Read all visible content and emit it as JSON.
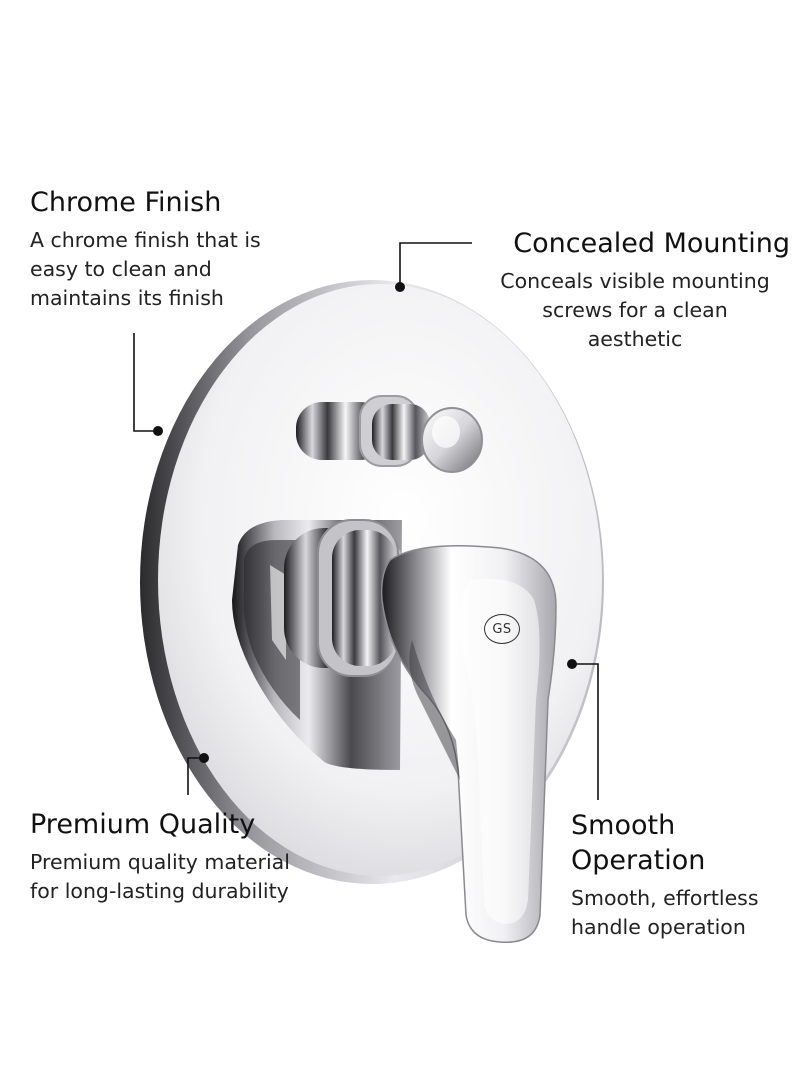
{
  "features": {
    "chrome_finish": {
      "title": "Chrome Finish",
      "description": "A chrome finish that is\neasy to clean and\nmaintains its finish"
    },
    "concealed_mounting": {
      "title": "Concealed Mounting",
      "description": "Conceals visible mounting\nscrews for a clean\naesthetic"
    },
    "premium_quality": {
      "title": "Premium Quality",
      "description": "Premium quality material\nfor long-lasting durability"
    },
    "smooth_operation": {
      "title": "Smooth\nOperation",
      "description": "Smooth, effortless\nhandle operation"
    }
  },
  "product": {
    "handle_logo": "GS"
  },
  "colors": {
    "text": "#111111",
    "chrome_light": "#f4f4f6",
    "chrome_dark": "#1c1c1e",
    "callout_line": "#111111"
  }
}
